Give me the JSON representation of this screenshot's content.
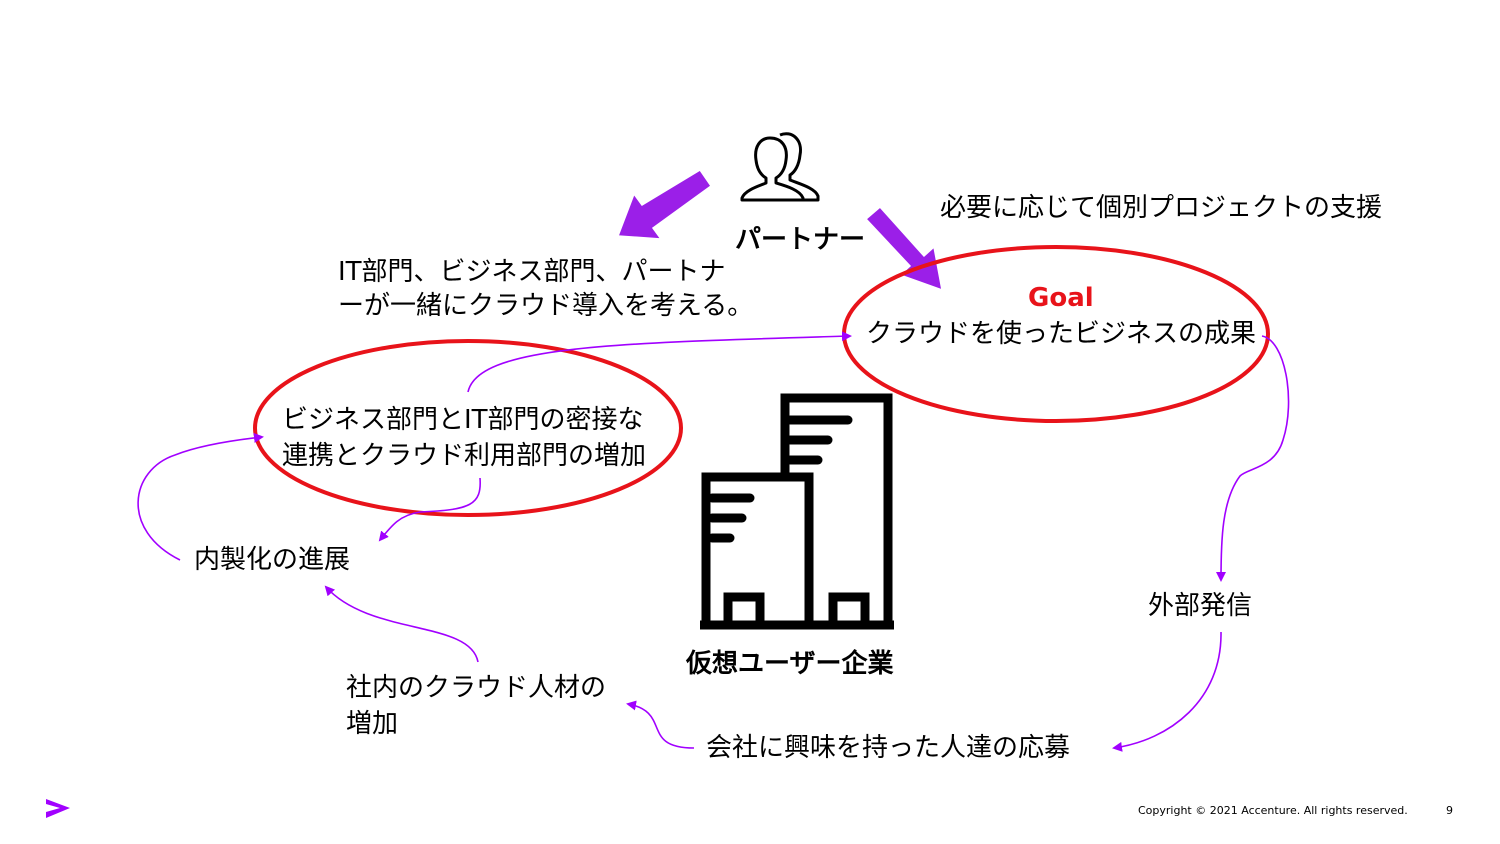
{
  "partner": {
    "label": "パートナー",
    "icon": "people-icon"
  },
  "company": {
    "label": "仮想ユーザー企業",
    "icon": "building-icon"
  },
  "support_text": "必要に応じて個別プロジェクトの支援",
  "collaboration_text": {
    "line1": "IT部門、ビジネス部門、パートナ",
    "line2": "ーが一緒にクラウド導入を考える。"
  },
  "goal": {
    "title": "Goal",
    "text": "クラウドを使ったビジネスの成果"
  },
  "business_it_text": {
    "line1": "ビジネス部門とIT部門の密接な",
    "line2": "連携とクラウド利用部門の増加"
  },
  "insourcing_text": "内製化の進展",
  "external_text": "外部発信",
  "talent_text": {
    "line1": "社内のクラウド人材の",
    "line2": "増加"
  },
  "applicants_text": "会社に興味を持った人達の応募",
  "footer": {
    "copyright": "Copyright © 2021 Accenture. All rights reserved.",
    "page_number": "9",
    "logo": "accenture-logo-icon"
  },
  "colors": {
    "accent_purple": "#a100ff",
    "arrow_purple": "#9b1fe8",
    "goal_red": "#e8131a"
  }
}
